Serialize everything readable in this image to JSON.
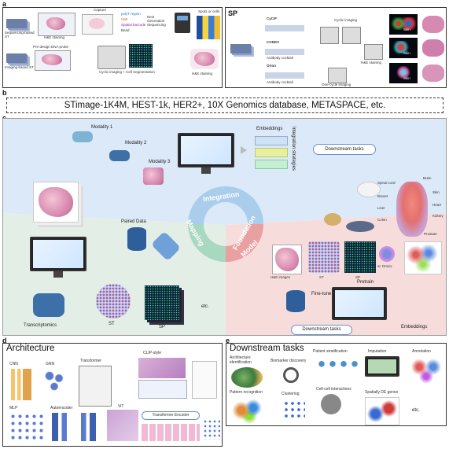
{
  "panel_a": {
    "label": "a",
    "sequencing_st": "Sequencing-based ST",
    "imaging_st": "Imaging-based ST",
    "capture": "Capture",
    "h_e_staining": "H&E staining",
    "ngs": "Next Generation Sequencing",
    "predesign_probe": "Pre-design DNA probe",
    "cyclic_seg": "Cyclic imaging + Cell Segmentation",
    "he_staining_2": "H&E staining",
    "polyt": "polyT region",
    "umi": "UMI",
    "spatial_barcode": "Spatial barcode",
    "bead": "Bead",
    "spots_cells": "Spots or cells"
  },
  "panel_sp": {
    "label": "SP",
    "cycif": "CyCIF",
    "codex": "CODEX",
    "orion": "Orion",
    "cyclic_imaging": "Cyclic imaging",
    "antibody_cocktail": "Antibody cocktail",
    "antibody_cocktail_2": "Antibody cocktail",
    "one_cycle": "One-cycle imaging",
    "he_staining": "H&E staining",
    "skin1": "Skin",
    "skin2": "Skin",
    "skin3": "Skin"
  },
  "panel_b": {
    "label": "b",
    "text": "STimage-1K4M, HEST-1k, HER2+, 10X Genomics database, METASPACE, etc."
  },
  "panel_c": {
    "label": "c",
    "modality1": "Modality 1",
    "modality2": "Modality 2",
    "modality3": "Modality 3",
    "embeddings": "Embeddings",
    "integration_strategies": "Integration strategies",
    "downstream_tasks": "Downstream tasks",
    "ring_integration": "Integration",
    "ring_mapping": "Mapping",
    "ring_foundation": "Foundation",
    "ring_model": "Model",
    "paired_data": "Paired Data",
    "transcriptomics": "Transcriptomics",
    "st": "ST",
    "sp": "SP",
    "etc": "etc.",
    "organs": [
      "Brain",
      "Skin",
      "Spinal cord",
      "Heart",
      "Breast",
      "Liver",
      "Kidney",
      "Colon",
      "Prostate"
    ],
    "he_images": "H&E images",
    "st2": "ST",
    "sp2": "SP",
    "sc_omics": "sc Omics",
    "pretrain": "Pretrain",
    "finetune": "Fine-tune",
    "downstream_tasks2": "Downstream tasks",
    "embeddings2": "Embeddings"
  },
  "panel_d": {
    "label": "d",
    "title": "Architecture",
    "cnn": "CNN",
    "gnn": "GNN",
    "transformer": "Transformer",
    "vit": "ViT",
    "clip": "CLIP-style",
    "mlp": "MLP",
    "autoencoder": "Autoencoder",
    "transformer_encoder": "Transformer Encoder"
  },
  "panel_e": {
    "label": "e",
    "title": "Downstream tasks",
    "arch_id": "Architecture identification",
    "biomarker": "Biomarker discovery",
    "patient_strat": "Patient stratification",
    "imputation": "Imputation",
    "annotation": "Annotation",
    "pattern": "Pattern recognition",
    "clustering": "Clustering",
    "cell_cell": "Cell-cell interactions",
    "spatial_de": "Spatially DE genes",
    "etc": "etc."
  },
  "colors": {
    "integration_bg": "#dbe9f8",
    "mapping_bg": "#e3efe6",
    "foundation_bg": "#f7dcdc",
    "ring_blue": "#a9cdeb",
    "ring_green": "#a8d8c0",
    "ring_red": "#e9a0a0"
  }
}
